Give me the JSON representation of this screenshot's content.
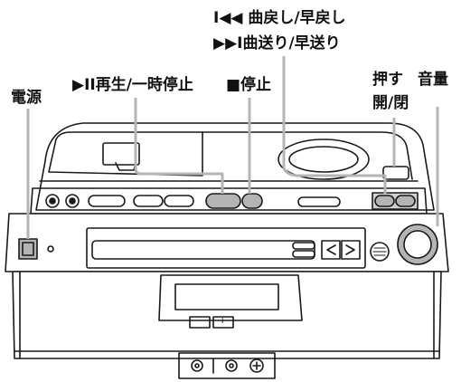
{
  "labels": {
    "skip_back": "I◀◀ 曲戻し/早戻し",
    "skip_fwd": "▶▶I曲送り/早送り",
    "play_pause": "▶II再生/一時停止",
    "stop": "■停止",
    "power": "電源",
    "push_open_line1": "押す",
    "push_open_line2": "開/閉",
    "volume": "音量"
  },
  "device": {
    "minus": "−",
    "plus": "+"
  },
  "colors": {
    "highlight": "#b4b4b4",
    "line": "#1a1a1a",
    "body": "#ffffff",
    "dark": "#2a2a2a"
  }
}
